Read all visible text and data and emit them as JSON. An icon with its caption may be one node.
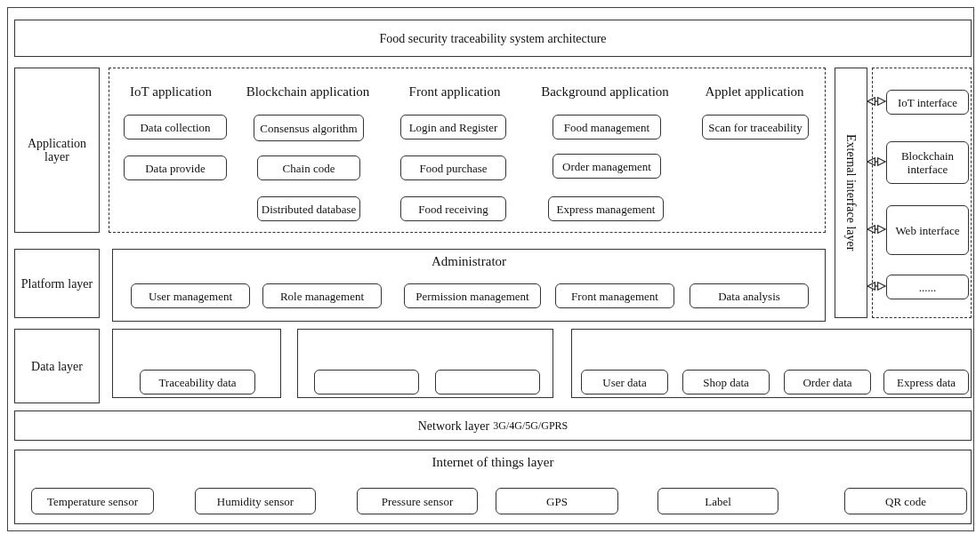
{
  "diagram": {
    "nodes": [
      {
        "text": [
          "Food security traceability system architecture"
        ]
      },
      {
        "text": [
          "Application layer"
        ]
      },
      {
        "text": [],
        "shape": "box"
      },
      {
        "text": [
          "Data collection"
        ],
        "in": 2
      },
      {
        "text": [
          "Data provide"
        ],
        "in": 2
      },
      {
        "text": [
          "Consensus algorithm"
        ],
        "in": 2
      },
      {
        "text": [
          "Chain code"
        ],
        "in": 2
      },
      {
        "text": [
          "Distributed database"
        ],
        "in": 2
      },
      {
        "text": [
          "Login and Register"
        ],
        "in": 2
      },
      {
        "text": [
          "Food purchase"
        ],
        "in": 2
      },
      {
        "text": [
          "Food receiving"
        ],
        "in": 2
      },
      {
        "text": [
          "Food management"
        ],
        "in": 2
      },
      {
        "text": [
          "Order management"
        ],
        "in": 2
      },
      {
        "text": [
          "Express management"
        ],
        "in": 2
      },
      {
        "text": [
          "Scan for traceability"
        ],
        "in": 2
      },
      {
        "text": [
          "External interface layer"
        ]
      },
      {
        "text": [],
        "shape": "box"
      },
      {
        "text": [
          "IoT interface"
        ],
        "in": 16
      },
      {
        "text": [
          "Blockchain interface"
        ],
        "in": 16
      },
      {
        "text": [
          "Web interface"
        ],
        "in": 16
      },
      {
        "text": [
          "......"
        ],
        "in": 16
      },
      {
        "text": [
          "Platform layer"
        ]
      },
      {
        "text": [
          "Administrator"
        ]
      },
      {
        "text": [
          "User management"
        ],
        "in": 22
      },
      {
        "text": [
          "Role management"
        ],
        "in": 22
      },
      {
        "text": [
          "Permission management"
        ],
        "in": 22
      },
      {
        "text": [
          "Front management"
        ],
        "in": 22
      },
      {
        "text": [
          "Data analysis"
        ],
        "in": 22
      },
      {
        "text": [
          "Data layer"
        ]
      },
      {
        "text": [],
        "shape": "box"
      },
      {
        "text": [
          "Traceability data"
        ],
        "in": 29
      },
      {
        "text": [],
        "shape": "box"
      },
      {
        "text": [],
        "shape": "box",
        "in": 31
      },
      {
        "text": [],
        "shape": "box",
        "in": 31
      },
      {
        "text": [],
        "shape": "box"
      },
      {
        "text": [
          "User data"
        ],
        "in": 34
      },
      {
        "text": [
          "Shop data"
        ],
        "in": 34
      },
      {
        "text": [
          "Order data"
        ],
        "in": 34
      },
      {
        "text": [
          "Express data"
        ],
        "in": 34
      },
      {
        "text": [
          "Network layer",
          "3G/4G/5G/GPRS"
        ]
      },
      {
        "text": [
          "Internet of things layer"
        ]
      },
      {
        "text": [
          "Temperature sensor"
        ],
        "in": 40
      },
      {
        "text": [
          "Humidity sensor"
        ],
        "in": 40
      },
      {
        "text": [
          "Pressure sensor"
        ],
        "in": 40
      },
      {
        "text": [
          "GPS"
        ],
        "in": 40
      },
      {
        "text": [
          "Label"
        ],
        "in": 40
      },
      {
        "text": [
          "QR code"
        ],
        "in": 40
      }
    ],
    "edges": [
      {
        "from": 15,
        "to": 17,
        "arrow": "both"
      },
      {
        "from": 15,
        "to": 18,
        "arrow": "both"
      },
      {
        "from": 15,
        "to": 19,
        "arrow": "both"
      },
      {
        "from": 15,
        "to": 20,
        "arrow": "both"
      }
    ],
    "labels": [
      "IoT application",
      "Blockchain application",
      "Front application",
      "Background application",
      "Applet application"
    ]
  }
}
